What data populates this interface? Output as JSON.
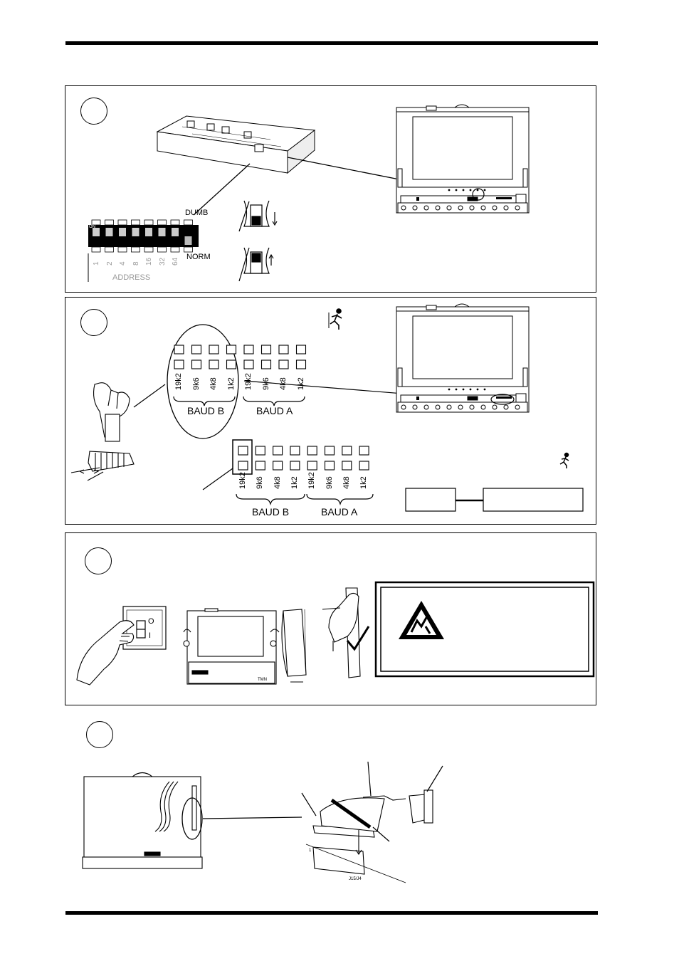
{
  "dip_switch": {
    "on_label": "ON",
    "dumb_label": "DUMB",
    "norm_label": "NORM",
    "address_label": "ADDRESS",
    "address_values": [
      "1",
      "2",
      "4",
      "8",
      "16",
      "32",
      "64"
    ]
  },
  "baud": {
    "rates": [
      "19k2",
      "9k6",
      "4k8",
      "1k2"
    ],
    "group_b": "BAUD B",
    "group_a": "BAUD A"
  },
  "panel3": {
    "switch_on": "O",
    "switch_off": "I",
    "device_tag": "TMN"
  },
  "panel4": {
    "connector_label": "J15/J4",
    "pin_label": "1"
  },
  "icons": [
    "running-man-icon",
    "esd-warning-icon",
    "check-mark-icon"
  ]
}
